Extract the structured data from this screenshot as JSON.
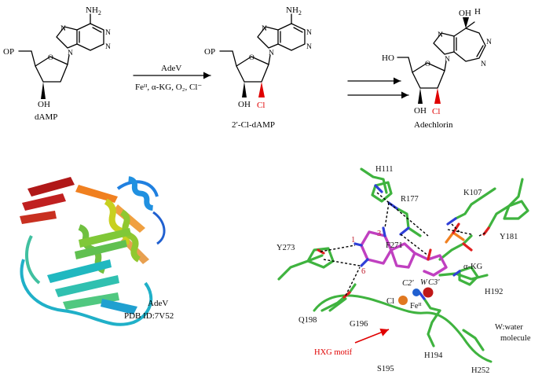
{
  "scheme": {
    "substrate": {
      "name": "dAMP",
      "nh2": "NH",
      "nh2_sub": "2",
      "op": "OP",
      "oh": "OH"
    },
    "intermediate": {
      "name": "2′-Cl-dAMP",
      "nh2": "NH",
      "nh2_sub": "2",
      "op": "OP",
      "oh": "OH",
      "cl": "Cl"
    },
    "product": {
      "name": "Adechlorin",
      "ho": "HO",
      "oh_top": "OH",
      "h": "H",
      "oh": "OH",
      "cl": "Cl"
    },
    "atoms": {
      "n": "N",
      "o": "O"
    },
    "arrow1": {
      "enzyme": "AdeV",
      "conditions": "Feᴵᴵ, α-KG, O₂, Cl⁻"
    }
  },
  "protein_panel": {
    "name": "AdeV",
    "pdb": "PDB ID:7V52"
  },
  "active_site": {
    "residues": [
      "H111",
      "R177",
      "K107",
      "Y181",
      "Y273",
      "F271",
      "α-KG",
      "H192",
      "Q198",
      "G196",
      "H194",
      "H252",
      "S195"
    ],
    "atom_labels": {
      "c2": "C2′",
      "w": "W",
      "c3": "C3′",
      "cl": "Cl",
      "fe": "Feᴵᴵ"
    },
    "numbers": [
      "1",
      "3",
      "6"
    ],
    "motif_label": "HXG motif",
    "legend": {
      "line1": "W:water",
      "line2": "molecule"
    }
  },
  "colors": {
    "chlorine": "#e00000",
    "carbon_stick": "#3fb33f",
    "nitrogen": "#2f3fd8",
    "oxygen": "#e02020",
    "ligand": "#c040c0",
    "iron": "#e07820",
    "water": "#2060d0"
  }
}
